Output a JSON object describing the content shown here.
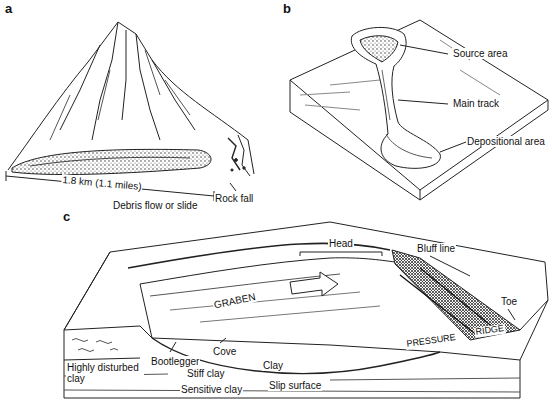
{
  "diagram": {
    "labels": [
      "a",
      "1.8 km (1.1 miles)",
      "Debris flow or slide",
      "Rock fall",
      "b",
      "Source area",
      "Main track",
      "Depositional area",
      "c",
      "Head",
      "Bluff line",
      "GRABEN",
      "Toe",
      "PRESSURE",
      "RIDGE",
      "Highly disturbed clay",
      "Bootlegger",
      "Cove",
      "Clay",
      "Stiff clay",
      "Sensitive clay",
      "Slip surface"
    ]
  }
}
